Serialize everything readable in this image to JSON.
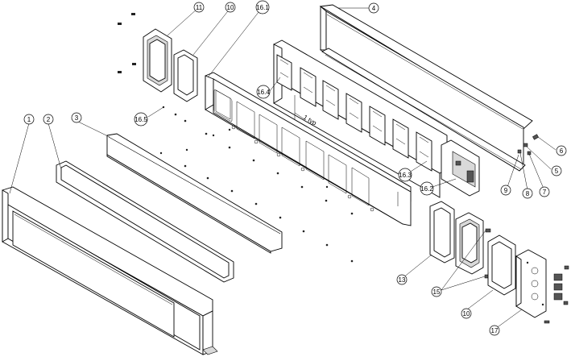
{
  "diagram": {
    "callouts": [
      {
        "id": "c1",
        "text": "1"
      },
      {
        "id": "c2",
        "text": "2"
      },
      {
        "id": "c3",
        "text": "3"
      },
      {
        "id": "c4",
        "text": "4"
      },
      {
        "id": "c5",
        "text": "5"
      },
      {
        "id": "c6",
        "text": "6"
      },
      {
        "id": "c7",
        "text": "7"
      },
      {
        "id": "c8",
        "text": "8"
      },
      {
        "id": "c9",
        "text": "9"
      },
      {
        "id": "c10a",
        "text": "10"
      },
      {
        "id": "c10b",
        "text": "10"
      },
      {
        "id": "c11",
        "text": "11"
      },
      {
        "id": "c13",
        "text": "13"
      },
      {
        "id": "c15",
        "text": "15"
      },
      {
        "id": "c161",
        "text": "16.1"
      },
      {
        "id": "c162",
        "text": "16.2"
      },
      {
        "id": "c163",
        "text": "16.3"
      },
      {
        "id": "c164",
        "text": "16.4"
      },
      {
        "id": "c165",
        "text": "16.5"
      },
      {
        "id": "c17",
        "text": "17"
      }
    ],
    "annotation": "1 typ"
  }
}
